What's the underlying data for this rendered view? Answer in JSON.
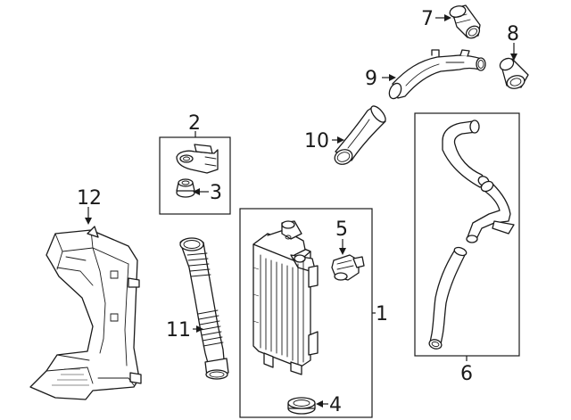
{
  "diagram": {
    "callouts": [
      {
        "id": "1",
        "label": "1"
      },
      {
        "id": "2",
        "label": "2"
      },
      {
        "id": "3",
        "label": "3"
      },
      {
        "id": "4",
        "label": "4"
      },
      {
        "id": "5",
        "label": "5"
      },
      {
        "id": "6",
        "label": "6"
      },
      {
        "id": "7",
        "label": "7"
      },
      {
        "id": "8",
        "label": "8"
      },
      {
        "id": "9",
        "label": "9"
      },
      {
        "id": "10",
        "label": "10"
      },
      {
        "id": "11",
        "label": "11"
      },
      {
        "id": "12",
        "label": "12"
      }
    ],
    "colors": {
      "line": "#1a1a1a",
      "background": "#ffffff"
    }
  }
}
